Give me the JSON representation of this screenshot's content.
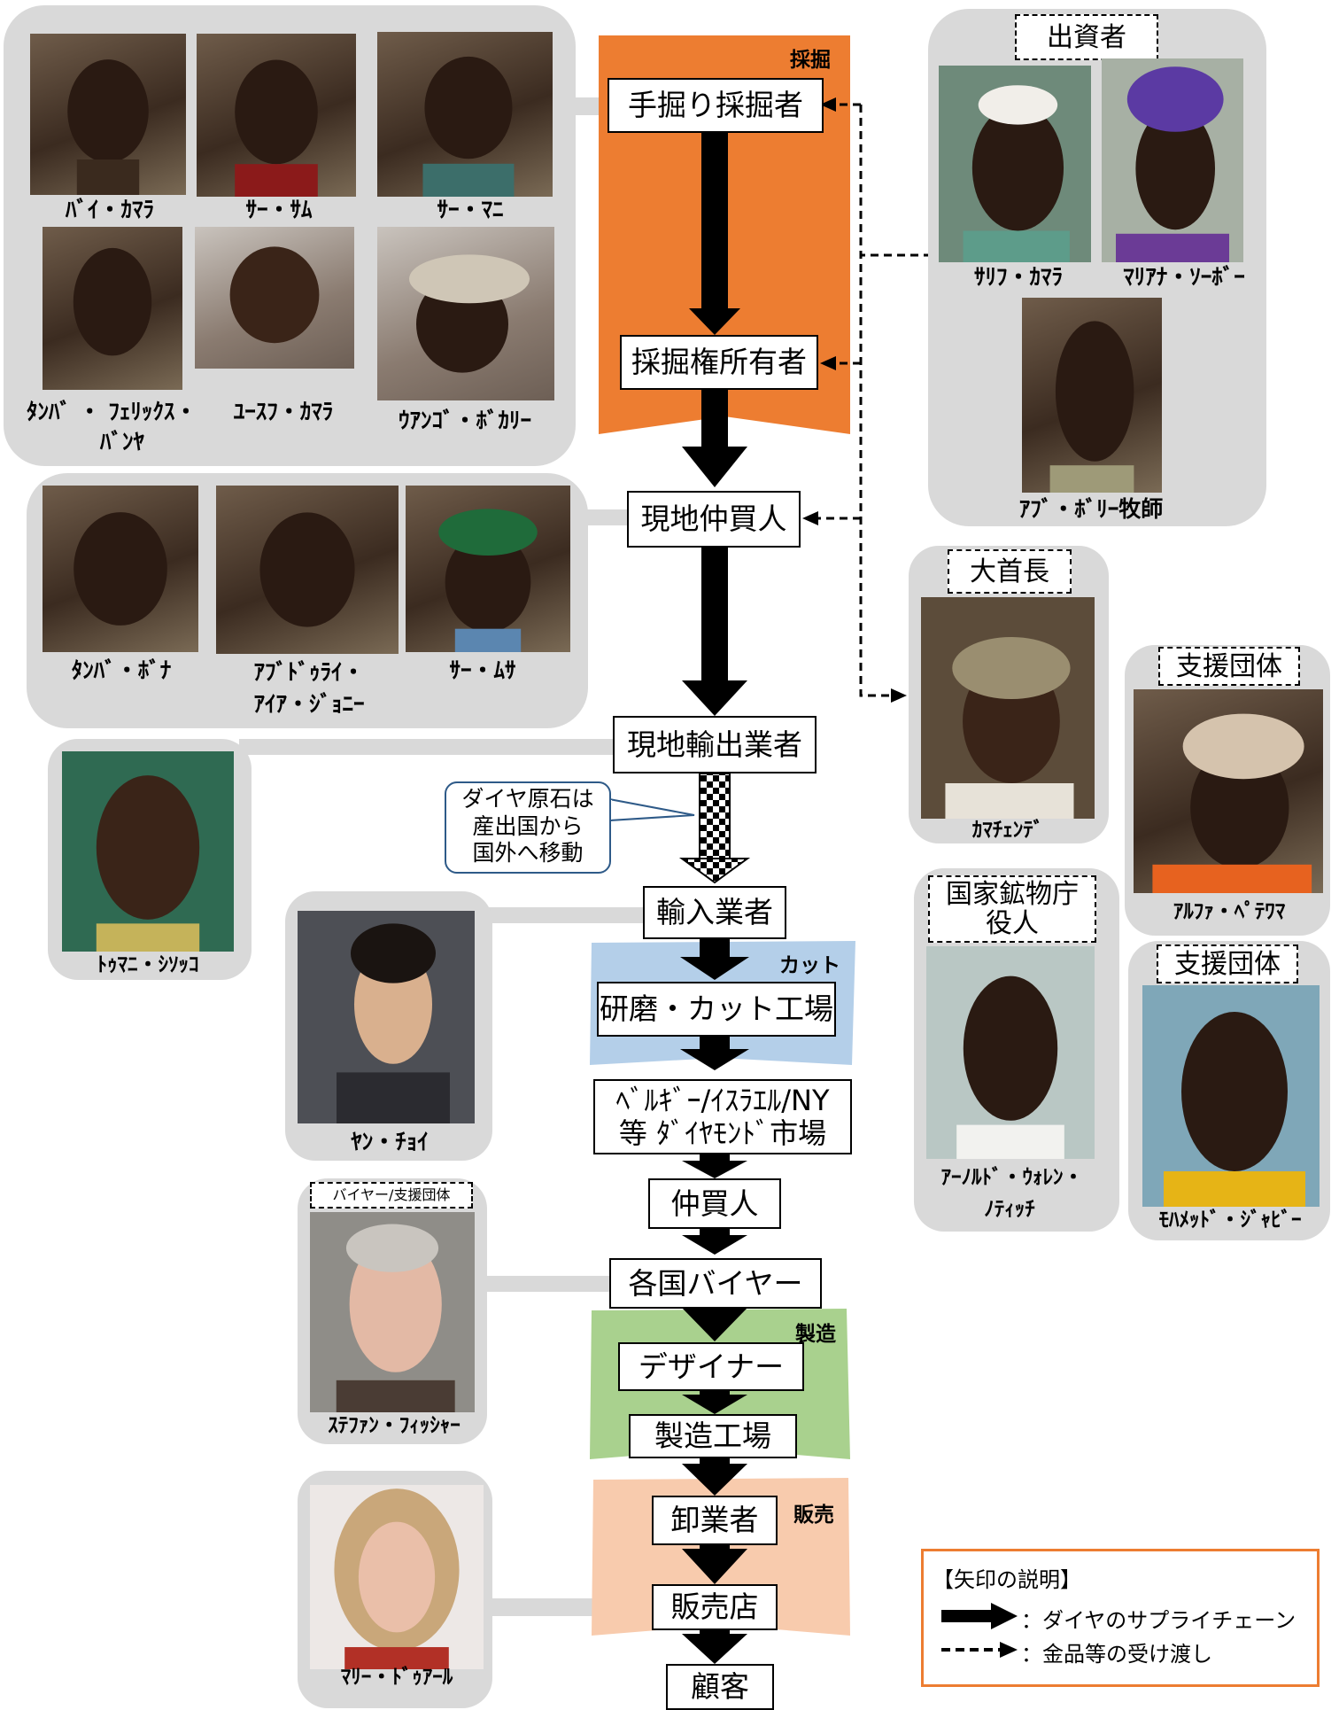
{
  "stages": {
    "mining": "採掘",
    "cut": "カット",
    "manufacture": "製造",
    "sales": "販売"
  },
  "chain": [
    "手掘り採掘者",
    "採掘権所有者",
    "現地仲買人",
    "現地輸出業者",
    "輸入業者",
    "研磨・カット工場",
    "ﾍﾞﾙｷﾞｰ/ｲｽﾗｴﾙ/NY",
    "等 ﾀﾞｲﾔﾓﾝﾄﾞ市場",
    "仲買人",
    "各国バイヤー",
    "デザイナー",
    "製造工場",
    "卸業者",
    "販売店",
    "顧客"
  ],
  "callout": [
    "ダイヤ原石は",
    "産出国から",
    "国外へ移動"
  ],
  "miners": [
    "ﾊﾞｲ・ｶﾏﾗ",
    "ｻｰ・ｻﾑ",
    "ｻｰ・ﾏﾆ",
    "ﾀﾝﾊﾞ ・ ﾌｪﾘｯｸｽ・",
    "ﾊﾞﾝﾔ",
    "ﾕｰｽﾌ・ｶﾏﾗ",
    "ｳｱﾝｺﾞ・ﾎﾞｶﾘｰ"
  ],
  "traders": [
    "ﾀﾝﾊﾞ・ﾎﾞﾅ",
    "ｱﾌﾞﾄﾞｩﾗｲ・",
    "ｱｲｱ・ｼﾞｮﾆｰ",
    "ｻｰ・ﾑｻ"
  ],
  "exporter": "ﾄｩﾏﾆ・ｼｿｯｺ",
  "importer": "ﾔﾝ・ﾁｮｲ",
  "buyer": {
    "tag": "バイヤー/支援団体",
    "name": "ｽﾃﾌｧﾝ・ﾌｨｯｼｬｰ"
  },
  "retailer": "ﾏﾘｰ・ﾄﾞｩｱｰﾙ",
  "investors": {
    "title": "出資者",
    "names": [
      "ｻﾘﾌ・ｶﾏﾗ",
      "ﾏﾘｱﾅ・ｿｰﾎﾞｰ",
      "ｱﾌﾞ・ﾎﾞﾘｰ牧師"
    ]
  },
  "chief": {
    "title": "大首長",
    "name": "ｶﾏﾁｪﾝﾃﾞ"
  },
  "ngo1": {
    "title": "支援団体",
    "name": "ｱﾙﾌｧ・ﾍﾟﾃﾜﾏ"
  },
  "official": {
    "title1": "国家鉱物庁",
    "title2": "役人",
    "name1": "ｱｰﾉﾙﾄﾞ・ｳｫﾚﾝ・",
    "name2": "ﾉﾃｨｯﾁ"
  },
  "ngo2": {
    "title": "支援団体",
    "name": "ﾓﾊﾒｯﾄﾞ・ｼﾞｬﾋﾞｰ"
  },
  "legend": {
    "title": "【矢印の説明】",
    "solid": "：ダイヤのサプライチェーン",
    "dashed": "：金品等の受け渡し"
  },
  "colors": {
    "mining": "#ed7d31",
    "cut": "#b4cfe9",
    "manufacture": "#a9d18e",
    "sales": "#f8cbad",
    "group": "#d9d9d9",
    "callout_border": "#2e5a88"
  }
}
